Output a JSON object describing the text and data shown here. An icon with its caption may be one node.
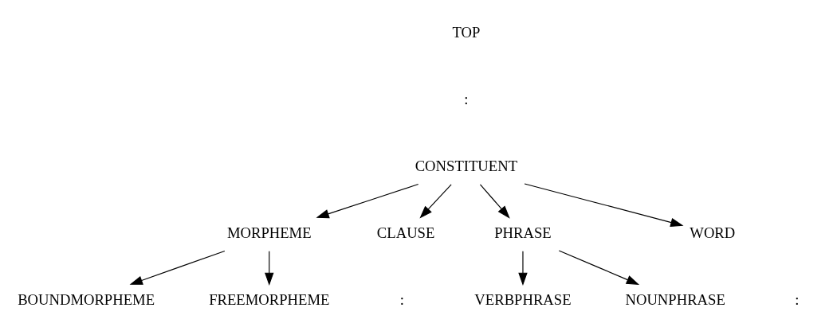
{
  "diagram": {
    "nodes": [
      {
        "text": [
          "CONSTITUENT"
        ]
      },
      {
        "text": [
          "MORPHEME"
        ]
      },
      {
        "text": [
          "CLAUSE"
        ]
      },
      {
        "text": [
          "PHRASE"
        ]
      },
      {
        "text": [
          "WORD"
        ]
      },
      {
        "text": [
          "BOUNDMORPHEME"
        ]
      },
      {
        "text": [
          "FREEMORPHEME"
        ]
      },
      {
        "text": [
          "VERBPHRASE"
        ]
      },
      {
        "text": [
          "NOUNPHRASE"
        ]
      }
    ],
    "edges": [
      {
        "from": 0,
        "to": 1,
        "arrow": "to"
      },
      {
        "from": 0,
        "to": 2,
        "arrow": "to"
      },
      {
        "from": 0,
        "to": 3,
        "arrow": "to"
      },
      {
        "from": 0,
        "to": 4,
        "arrow": "to"
      },
      {
        "from": 1,
        "to": 5,
        "arrow": "to"
      },
      {
        "from": 1,
        "to": 6,
        "arrow": "to"
      },
      {
        "from": 3,
        "to": 7,
        "arrow": "to"
      },
      {
        "from": 3,
        "to": 8,
        "arrow": "to"
      }
    ],
    "labels": [
      "TOP",
      ":",
      ":",
      ":"
    ]
  }
}
